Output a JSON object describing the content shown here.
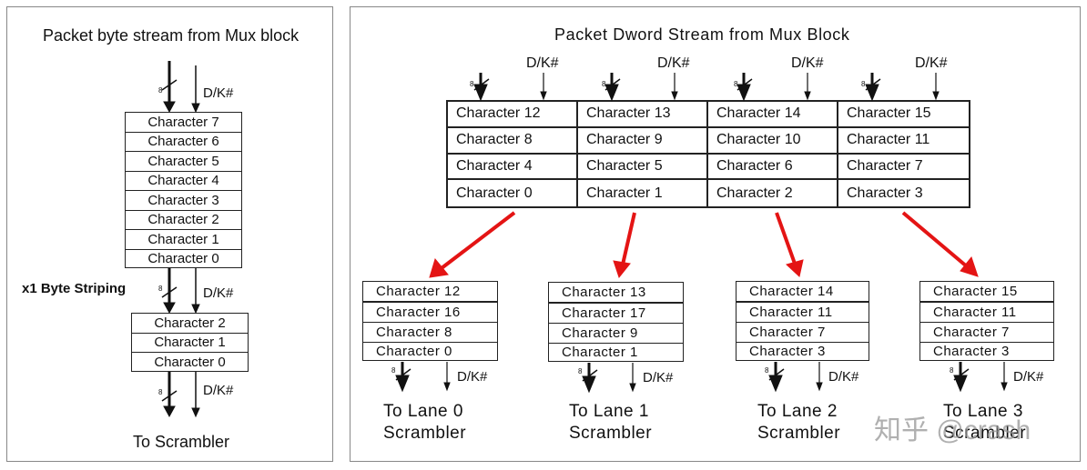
{
  "left": {
    "title": "Packet byte stream from Mux block",
    "bus_width": "8",
    "dk_label": "D/K#",
    "stack_top": [
      "Character 7",
      "Character 6",
      "Character 5",
      "Character 4",
      "Character 3",
      "Character 2",
      "Character 1",
      "Character 0"
    ],
    "striping_label": "x1 Byte Striping",
    "stack_bottom": [
      "Character 2",
      "Character 1",
      "Character 0"
    ],
    "footer": "To Scrambler"
  },
  "right": {
    "title": "Packet Dword Stream from Mux Block",
    "bus_width": "8",
    "dk_label": "D/K#",
    "grid": [
      [
        "Character 12",
        "Character 13",
        "Character 14",
        "Character 15"
      ],
      [
        "Character 8",
        "Character 9",
        "Character 10",
        "Character 11"
      ],
      [
        "Character 4",
        "Character 5",
        "Character 6",
        "Character 7"
      ],
      [
        "Character 0",
        "Character 1",
        "Character 2",
        "Character 3"
      ]
    ],
    "lanes": [
      {
        "cells": [
          "Character 12",
          "Character 16",
          "Character 8",
          "Character 0"
        ],
        "line1": "To Lane 0",
        "line2": "Scrambler"
      },
      {
        "cells": [
          "Character 13",
          "Character 17",
          "Character 9",
          "Character 1"
        ],
        "line1": "To Lane 1",
        "line2": "Scrambler"
      },
      {
        "cells": [
          "Character 14",
          "Character 11",
          "Character 7",
          "Character 3"
        ],
        "line1": "To Lane 2",
        "line2": "Scrambler"
      },
      {
        "cells": [
          "Character 15",
          "Character 11",
          "Character 7",
          "Character 3"
        ],
        "line1": "To Lane 3",
        "line2": "Scrambler"
      }
    ],
    "arrow_color": "#e41414"
  },
  "watermark": "知乎 @crash"
}
